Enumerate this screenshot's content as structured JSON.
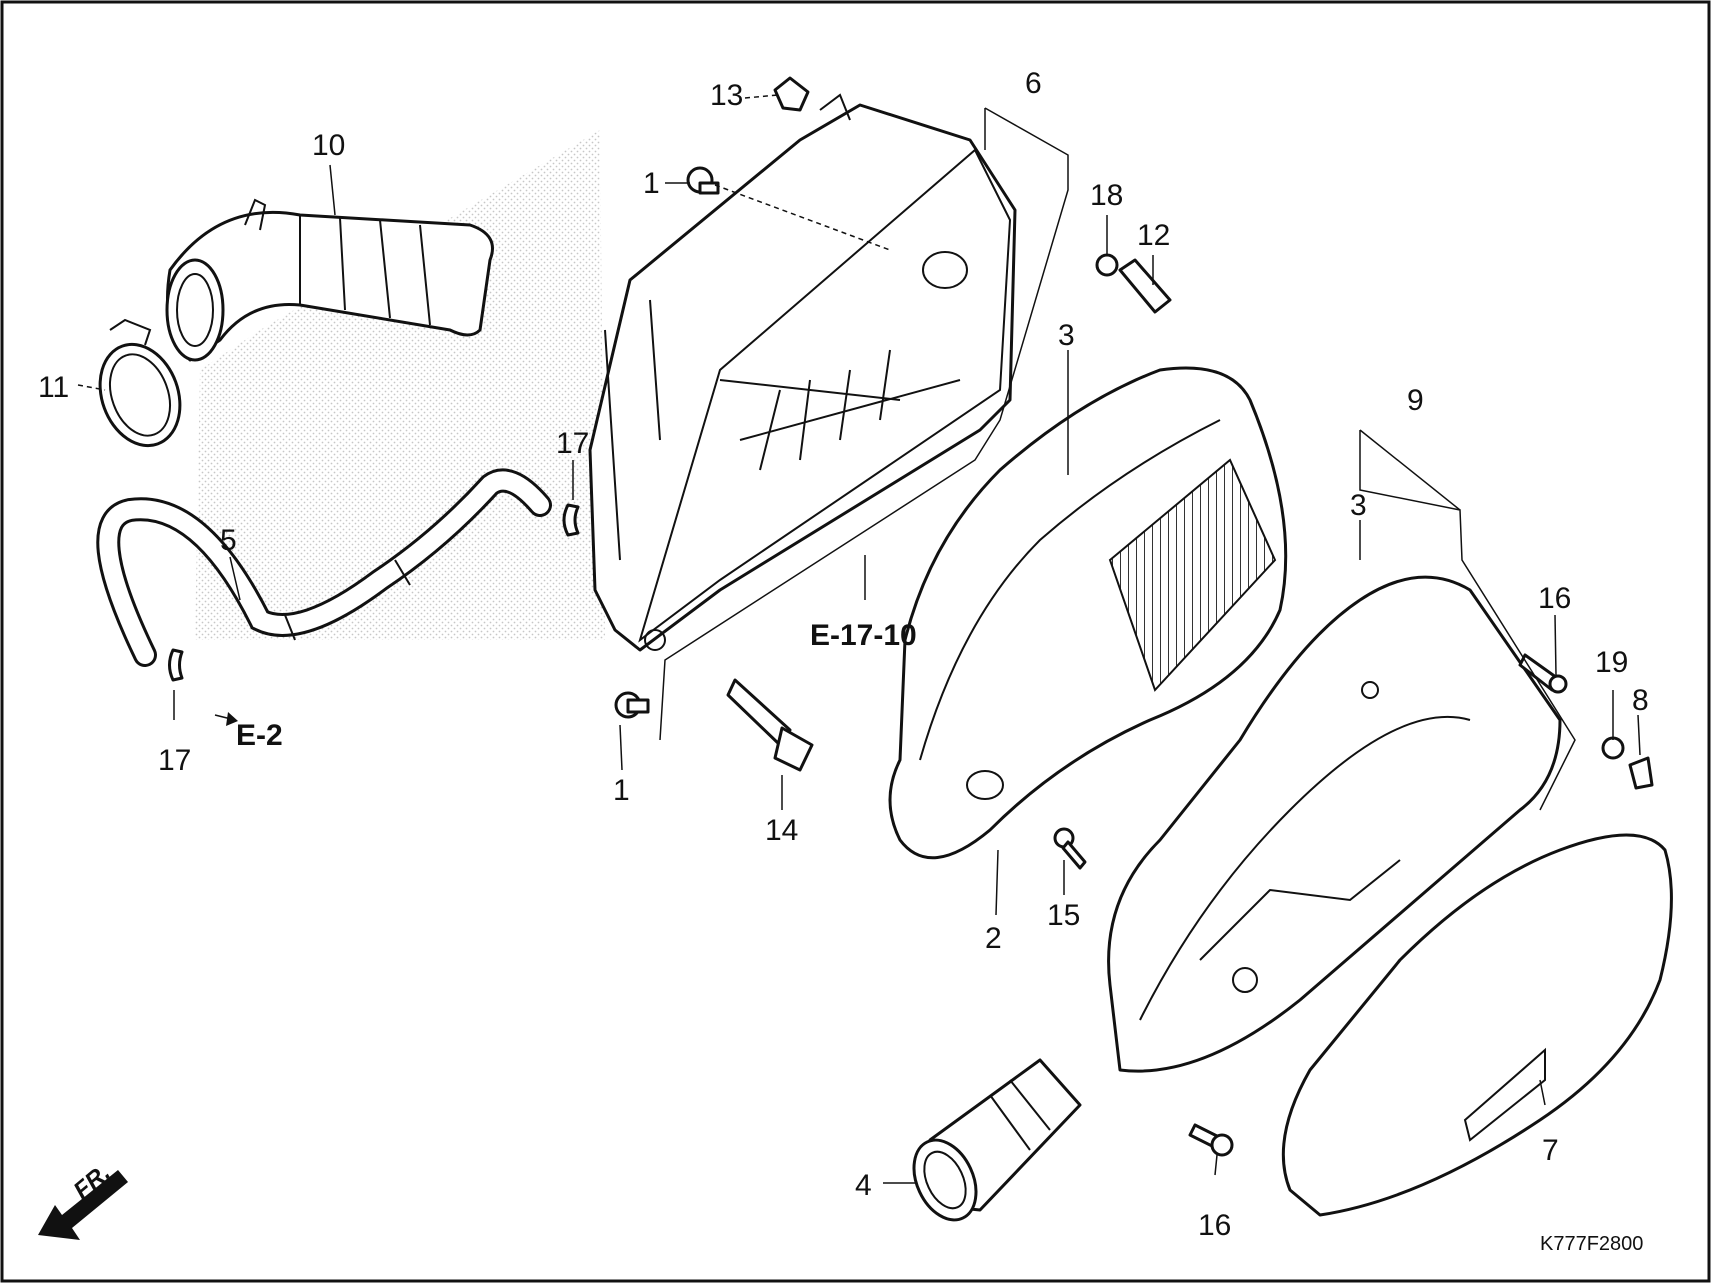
{
  "diagram": {
    "callouts": {
      "p1a": "1",
      "p1b": "1",
      "p2": "2",
      "p3a": "3",
      "p3b": "3",
      "p4": "4",
      "p5": "5",
      "p6": "6",
      "p7": "7",
      "p8": "8",
      "p9": "9",
      "p10": "10",
      "p11": "11",
      "p12": "12",
      "p13": "13",
      "p14": "14",
      "p15": "15",
      "p16a": "16",
      "p16b": "16",
      "p17a": "17",
      "p17b": "17",
      "p18": "18",
      "p19": "19"
    },
    "refs": {
      "e17": "E-17-10",
      "e2": "E-2"
    },
    "direction_label": "FR.",
    "drawing_code": "K777F2800"
  }
}
